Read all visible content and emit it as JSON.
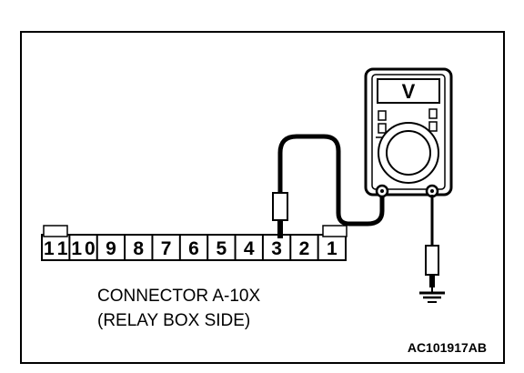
{
  "connector": {
    "pins": [
      "11",
      "10",
      "9",
      "8",
      "7",
      "6",
      "5",
      "4",
      "3",
      "2",
      "1"
    ],
    "label_line1": "CONNECTOR A-10X",
    "label_line2": "(RELAY BOX SIDE)"
  },
  "meter": {
    "display_symbol": "V"
  },
  "figure_code": "AC101917AB",
  "colors": {
    "ink": "#000000",
    "paper": "#ffffff"
  }
}
